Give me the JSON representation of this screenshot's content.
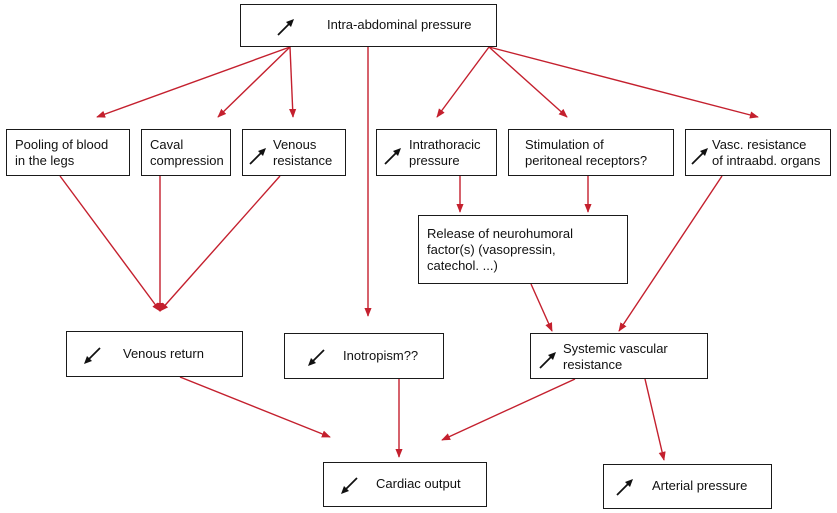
{
  "colors": {
    "arrow": "#c4202e",
    "border": "#1a1a1a",
    "text": "#111111"
  },
  "nodes": {
    "iap": {
      "label": "Intra-abdominal pressure",
      "icon": "arrow-up-icon"
    },
    "pooling": {
      "label": "Pooling of blood\nin the legs",
      "icon": ""
    },
    "caval": {
      "label": "Caval\ncompression",
      "icon": ""
    },
    "venres": {
      "label": "Venous\nresistance",
      "icon": "arrow-up-icon"
    },
    "ithp": {
      "label": "Intrathoracic\npressure",
      "icon": "arrow-up-icon"
    },
    "perit": {
      "label": "Stimulation of\nperitoneal receptors?",
      "icon": ""
    },
    "vascres": {
      "label": "Vasc. resistance\nof intraabd. organs",
      "icon": "arrow-up-icon"
    },
    "neuro": {
      "label": "Release of neurohumoral\nfactor(s) (vasopressin,\ncatechol. ...)",
      "icon": ""
    },
    "venret": {
      "label": "Venous return",
      "icon": "arrow-down-icon"
    },
    "inotrop": {
      "label": "Inotropism??",
      "icon": "arrow-down-icon"
    },
    "svr": {
      "label": "Systemic vascular\nresistance",
      "icon": "arrow-up-icon"
    },
    "co": {
      "label": "Cardiac output",
      "icon": "arrow-down-icon"
    },
    "ap": {
      "label": "Arterial pressure",
      "icon": "arrow-up-icon"
    }
  },
  "edges": [
    [
      "iap",
      "pooling"
    ],
    [
      "iap",
      "caval"
    ],
    [
      "iap",
      "venres"
    ],
    [
      "iap",
      "inotrop"
    ],
    [
      "iap",
      "ithp"
    ],
    [
      "iap",
      "perit"
    ],
    [
      "iap",
      "vascres"
    ],
    [
      "ithp",
      "neuro"
    ],
    [
      "perit",
      "neuro"
    ],
    [
      "pooling",
      "venret"
    ],
    [
      "caval",
      "venret"
    ],
    [
      "venres",
      "venret"
    ],
    [
      "neuro",
      "svr"
    ],
    [
      "vascres",
      "svr"
    ],
    [
      "venret",
      "co"
    ],
    [
      "inotrop",
      "co"
    ],
    [
      "svr",
      "co"
    ],
    [
      "svr",
      "ap"
    ]
  ]
}
